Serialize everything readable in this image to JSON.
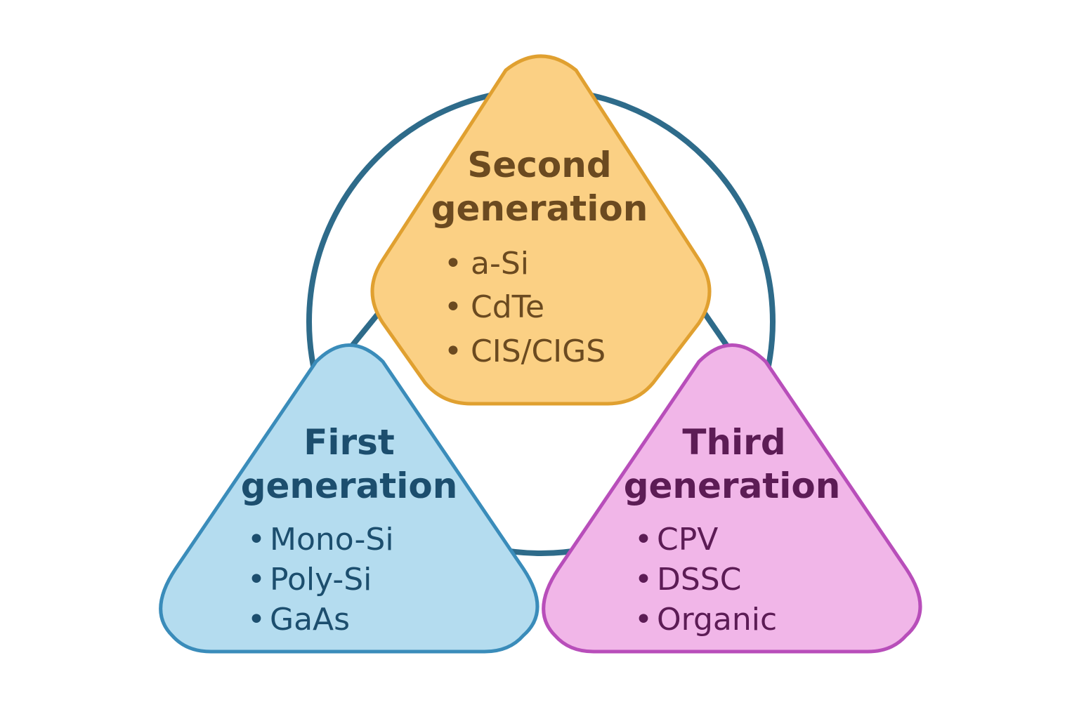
{
  "colors": {
    "ring": "#2e6b8a",
    "second_fill": "#fbd084",
    "second_stroke": "#e0a030",
    "second_text": "#6b4a20",
    "first_fill": "#b4dcef",
    "first_stroke": "#3a8cba",
    "first_text": "#1c4e6e",
    "third_fill": "#f1b6e8",
    "third_stroke": "#b84eba",
    "third_text": "#5c1c55"
  },
  "generations": {
    "second": {
      "title_line1": "Second",
      "title_line2": "generation",
      "bullet": "•",
      "items": [
        "a-Si",
        "CdTe",
        "CIS/CIGS"
      ]
    },
    "first": {
      "title_line1": "First",
      "title_line2": "generation",
      "bullet": "•",
      "items": [
        "Mono-Si",
        "Poly-Si",
        "GaAs"
      ]
    },
    "third": {
      "title_line1": "Third",
      "title_line2": "generation",
      "bullet": "•",
      "items": [
        "CPV",
        "DSSC",
        "Organic"
      ]
    }
  }
}
